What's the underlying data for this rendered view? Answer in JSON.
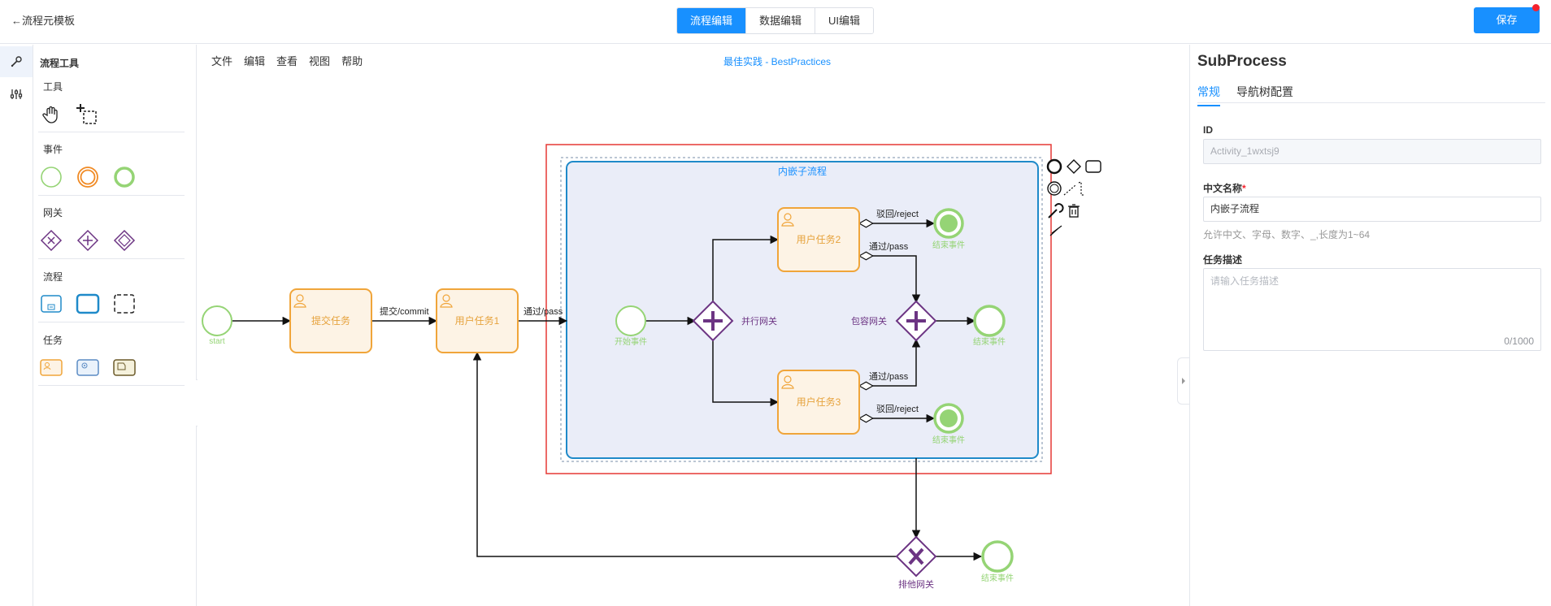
{
  "topbar": {
    "back_label": "←流程元模板",
    "tabs": [
      {
        "label": "流程编辑",
        "active": true
      },
      {
        "label": "数据编辑",
        "active": false
      },
      {
        "label": "UI编辑",
        "active": false
      }
    ],
    "save_label": "保存"
  },
  "palette": {
    "title": "流程工具",
    "groups": {
      "tools": "工具",
      "events": "事件",
      "gateways": "网关",
      "flows": "流程",
      "tasks": "任务"
    }
  },
  "menubar": [
    "文件",
    "编辑",
    "查看",
    "视图",
    "帮助"
  ],
  "diagram": {
    "title": "最佳实践 - BestPractices",
    "subprocess_label": "内嵌子流程",
    "nodes": {
      "start": "start",
      "submit_task": "提交任务",
      "user_task1": "用户任务1",
      "inner_start": "开始事件",
      "parallel_gw": "并行网关",
      "user_task2": "用户任务2",
      "user_task3": "用户任务3",
      "inclusive_gw": "包容网关",
      "end_top": "结束事件",
      "end_mid": "结束事件",
      "end_bottom": "结束事件",
      "exclusive_gw": "排他网关",
      "end_outer": "结束事件"
    },
    "flows": {
      "commit": "提交/commit",
      "pass_into_sub": "通过/pass",
      "reject_top": "驳回/reject",
      "pass_top": "通过/pass",
      "pass_bottom": "通过/pass",
      "reject_bottom": "驳回/reject"
    },
    "colors": {
      "selection": "#e53935",
      "subprocess_border": "#1f8ac9",
      "subprocess_fill": "#eaedf8",
      "task_border": "#f0a53a",
      "task_fill": "#fdf3e5",
      "event": "#95d475",
      "gateway": "#6c3483"
    }
  },
  "properties": {
    "title": "SubProcess",
    "tabs": [
      {
        "label": "常规",
        "active": true
      },
      {
        "label": "导航树配置",
        "active": false
      }
    ],
    "id_label": "ID",
    "id_value": "Activity_1wxtsj9",
    "name_label": "中文名称",
    "name_required": "*",
    "name_value": "内嵌子流程",
    "name_hint": "允许中文、字母、数字、_,长度为1~64",
    "desc_label": "任务描述",
    "desc_placeholder": "请输入任务描述",
    "desc_counter": "0/1000"
  }
}
